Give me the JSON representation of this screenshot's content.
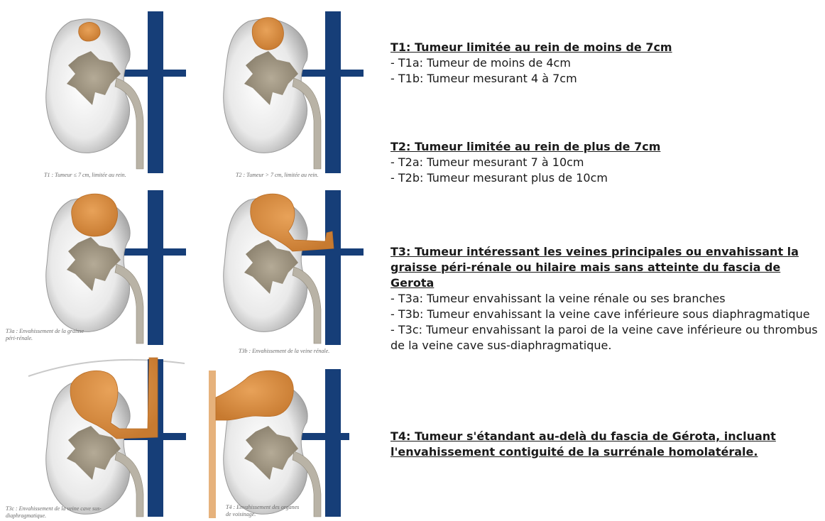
{
  "colors": {
    "vein": "#163e78",
    "tumor": "#d98e40",
    "tumor_dark": "#b86c25",
    "kidney_outer": "#bdbdbd",
    "kidney_inner": "#f4f4f4",
    "pelvis": "#9a8f7c",
    "caption": "#6a6a6a"
  },
  "figures": [
    {
      "id": "T1",
      "caption": "T1 : Tumeur ≤ 7 cm, limitée au rein."
    },
    {
      "id": "T2",
      "caption": "T2 : Tumeur > 7 cm, limitée au rein."
    },
    {
      "id": "T3a",
      "caption": "T3a : Envahissement de la graisse péri-rénale."
    },
    {
      "id": "T3b",
      "caption": "T3b : Envahissement de la veine rénale."
    },
    {
      "id": "T3c",
      "caption": "T3c : Envahissement de la veine cave sus-diaphragmatique."
    },
    {
      "id": "T4",
      "caption": "T4 : Envahissement des organes de voisinage."
    }
  ],
  "stages": [
    {
      "title": "T1: Tumeur limitée au rein de moins de 7cm",
      "items": [
        "- T1a: Tumeur de moins de 4cm",
        "- T1b: Tumeur mesurant 4 à 7cm"
      ]
    },
    {
      "title": "T2: Tumeur limitée au rein de plus de 7cm",
      "items": [
        "- T2a: Tumeur mesurant 7 à 10cm",
        "- T2b: Tumeur mesurant plus de 10cm"
      ]
    },
    {
      "title": "T3: Tumeur intéressant les veines principales ou envahissant la graisse péri-rénale ou hilaire mais sans atteinte du fascia de Gerota",
      "items": [
        "- T3a: Tumeur envahissant la veine rénale ou ses branches",
        "- T3b: Tumeur envahissant la veine cave inférieure sous diaphragmatique",
        "- T3c: Tumeur envahissant la paroi de la veine cave inférieure ou thrombus de la veine cave sus-diaphragmatique."
      ]
    },
    {
      "title": "T4: Tumeur s'étandant au-delà du fascia de Gérota, incluant l'envahissement contiguité de la surrénale homolatérale.",
      "items": []
    }
  ]
}
